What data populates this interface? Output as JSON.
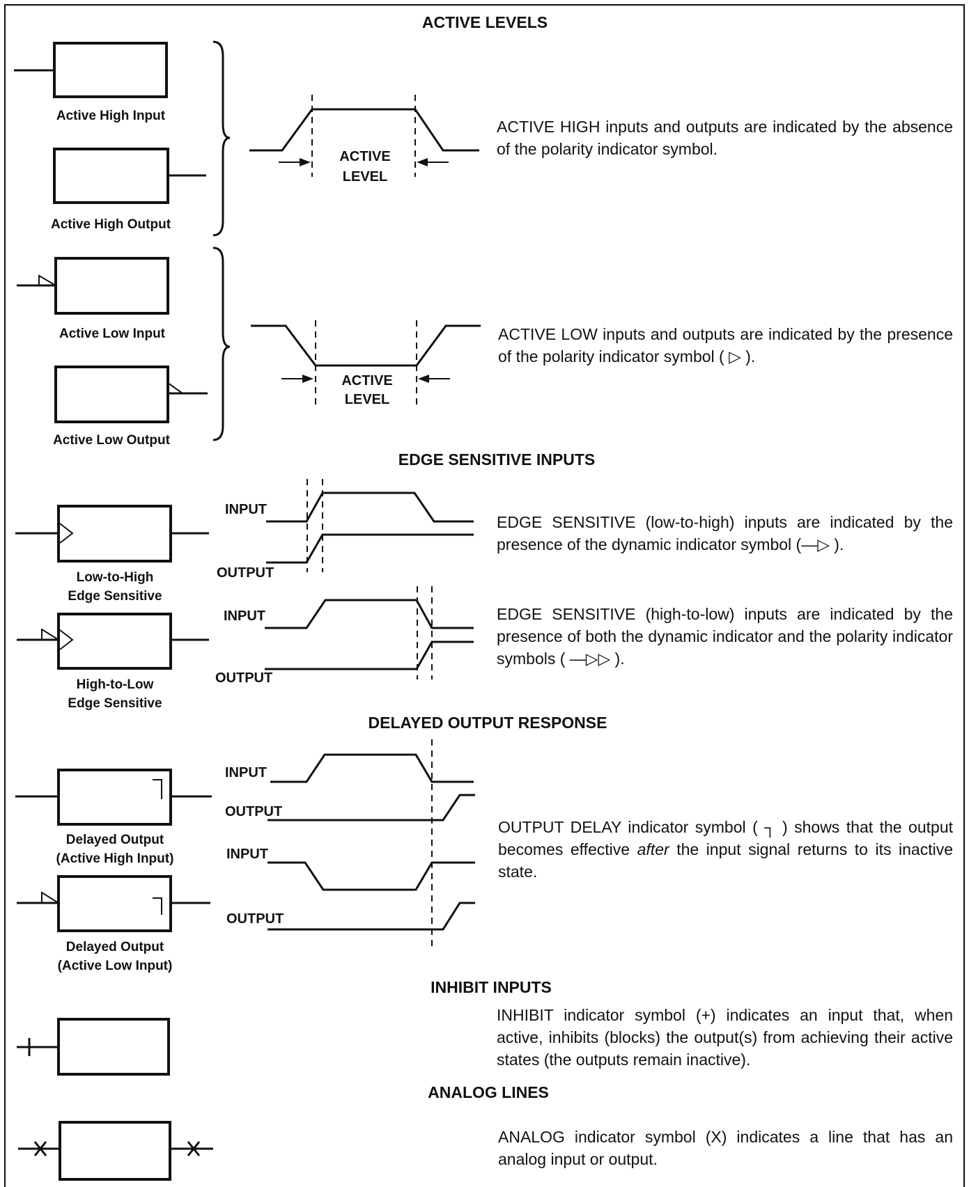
{
  "sections": {
    "active_levels": "ACTIVE LEVELS",
    "edge_sensitive": "EDGE SENSITIVE INPUTS",
    "delayed_output": "DELAYED OUTPUT RESPONSE",
    "inhibit": "INHIBIT INPUTS",
    "analog": "ANALOG LINES"
  },
  "captions": {
    "active_high_input": "Active High Input",
    "active_high_output": "Active High Output",
    "active_low_input": "Active Low Input",
    "active_low_output": "Active Low Output",
    "lth_1": "Low-to-High",
    "lth_2": "Edge Sensitive",
    "htl_1": "High-to-Low",
    "htl_2": "Edge Sensitive",
    "dah_1": "Delayed Output",
    "dah_2": "(Active High Input)",
    "dal_1": "Delayed Output",
    "dal_2": "(Active Low Input)"
  },
  "waveform_labels": {
    "active": "ACTIVE",
    "level": "LEVEL",
    "input": "INPUT",
    "output": "OUTPUT"
  },
  "descriptions": {
    "active_high": "ACTIVE HIGH inputs and outputs are indicated by the absence of the polarity indicator symbol.",
    "active_low": "ACTIVE LOW inputs and outputs are indicated by the presence of the polarity indicator symbol (   ▷   ).",
    "edge_lth": "EDGE SENSITIVE (low-to-high) inputs are indicated by the presence of the dynamic indicator symbol (—▷ ).",
    "edge_htl": "EDGE SENSITIVE (high-to-low) inputs are indicated by the presence of both the dynamic indicator and the polarity indicator symbols ( —▷▷ ).",
    "delay_a": "OUTPUT DELAY indicator symbol (   ┐   ) shows that the output becomes effective",
    "delay_em": "after",
    "delay_b": "the input signal returns to its inactive state.",
    "inhibit": "INHIBIT indicator symbol (+) indicates an input that, when active, inhibits (blocks) the output(s) from achieving their active states (the outputs remain inactive).",
    "analog": "ANALOG indicator symbol (X) indicates a line that has an analog input or output."
  }
}
